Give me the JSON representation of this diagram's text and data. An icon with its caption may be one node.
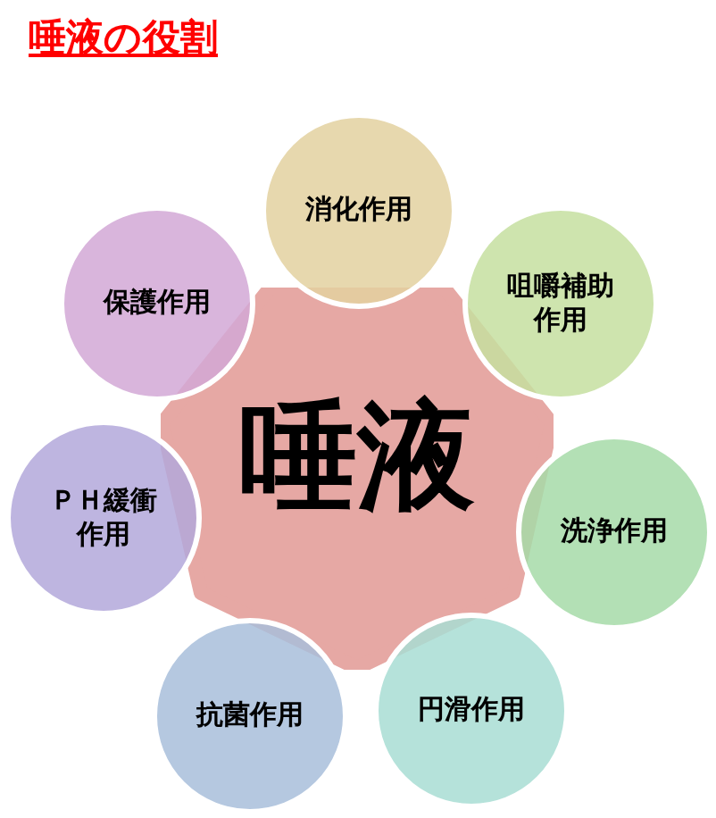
{
  "diagram": {
    "title": "唾液の役割",
    "nodes": [
      {
        "text": [
          "唾液"
        ]
      },
      {
        "text": [
          "消化作用"
        ]
      },
      {
        "text": [
          "咀嚼補助作用"
        ]
      },
      {
        "text": [
          "洗浄作用"
        ]
      },
      {
        "text": [
          "円滑作用"
        ]
      },
      {
        "text": [
          "抗菌作用"
        ]
      },
      {
        "text": [
          "ＰＨ緩衝作用"
        ]
      },
      {
        "text": [
          "保護作用"
        ]
      }
    ]
  }
}
